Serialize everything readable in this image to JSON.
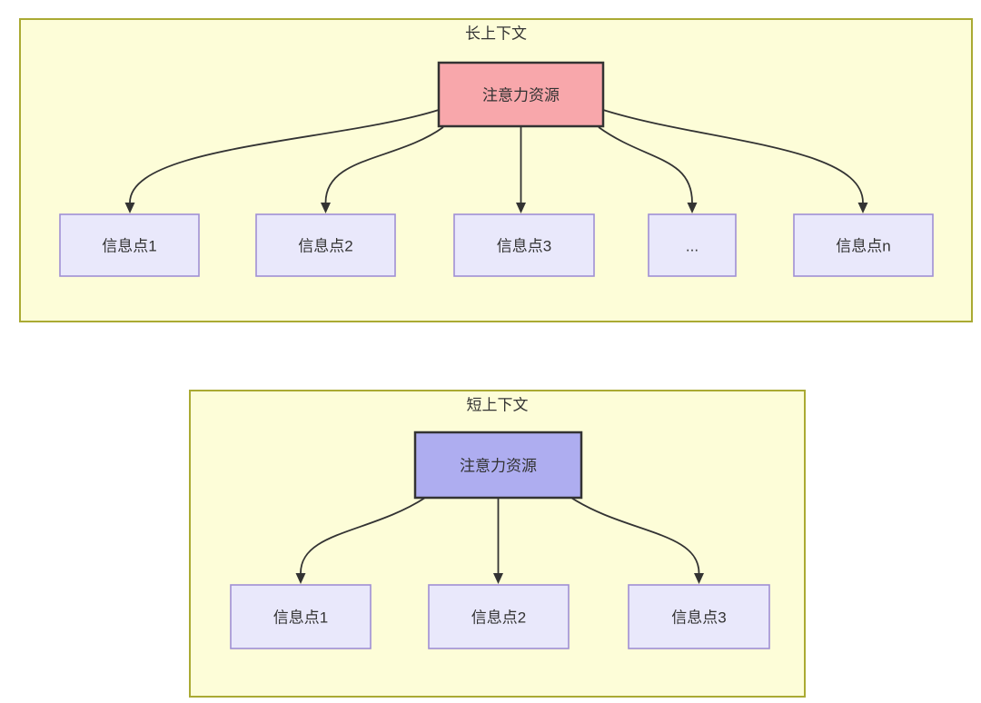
{
  "diagram": {
    "long_context": {
      "title": "长上下文",
      "attention_label": "注意力资源",
      "points": [
        "信息点1",
        "信息点2",
        "信息点3",
        "...",
        "信息点n"
      ]
    },
    "short_context": {
      "title": "短上下文",
      "attention_label": "注意力资源",
      "points": [
        "信息点1",
        "信息点2",
        "信息点3"
      ]
    },
    "colors": {
      "container_fill": "#fdfdd8",
      "container_border": "#aaaa33",
      "attention_long_fill": "#f8a7ab",
      "attention_short_fill": "#aeadf0",
      "attention_border": "#333333",
      "point_fill": "#e9e8fb",
      "point_border": "#9f8fd4",
      "arrow": "#333333",
      "text": "#333333",
      "page_bg": "#ffffff"
    }
  }
}
